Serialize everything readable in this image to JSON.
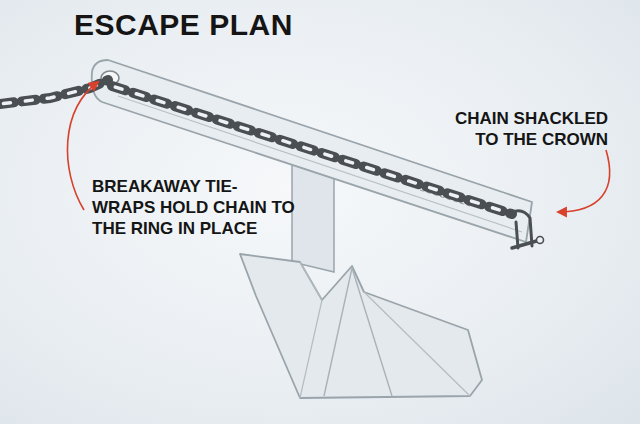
{
  "diagram": {
    "title": "ESCAPE PLAN",
    "labels": [
      "CHAIN SHACKLED TO THE CROWN",
      "BREAKAWAY TIE-WRAPS HOLD CHAIN TO THE RING IN PLACE"
    ]
  }
}
